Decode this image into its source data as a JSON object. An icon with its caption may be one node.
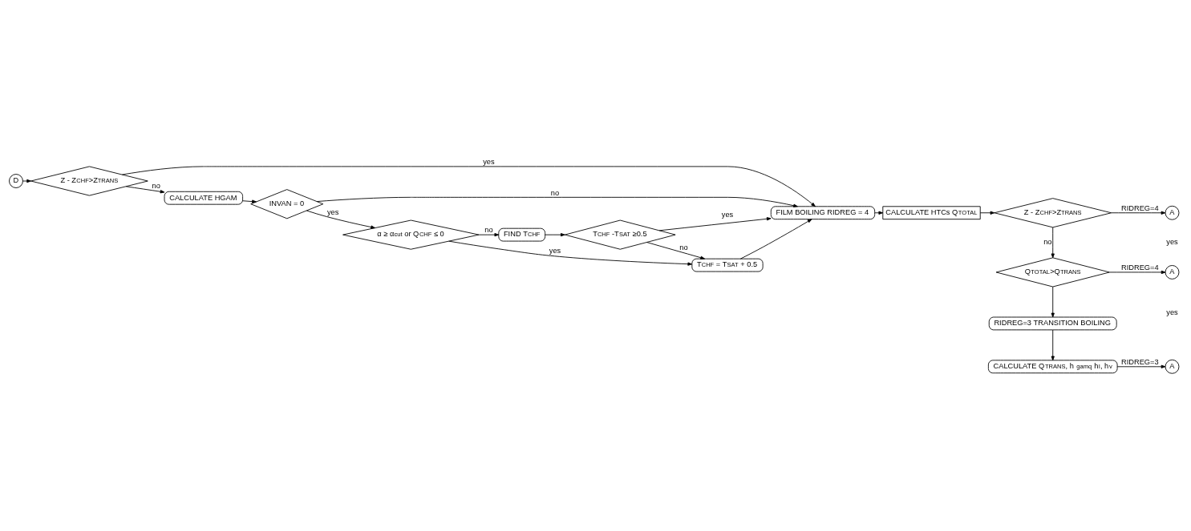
{
  "diagram": {
    "nodes": [
      {
        "text": [
          "D"
        ]
      },
      {
        "text": [
          "Z - Z$_{CHF}$>Z$_{TRANS}$"
        ]
      },
      {
        "text": [
          "CALCULATE HGAM"
        ]
      },
      {
        "text": [
          "INVAN = 0"
        ]
      },
      {
        "text": [
          "α ≥ α$_{cut}$ or Q$_{CHF}$ ≤ 0"
        ]
      },
      {
        "text": [
          "FIND T$_{CHF}$"
        ]
      },
      {
        "text": [
          "T$_{CHF}$ -T$_{SAT}$ ≥0.5"
        ]
      },
      {
        "text": [
          "T$_{CHF}$ = T$_{SAT}$ + 0.5"
        ]
      },
      {
        "text": [
          "FILM BOILING RIDREG = 4"
        ]
      },
      {
        "text": [
          "CALCULATE HTCs Q$_{TOTAL}$"
        ]
      },
      {
        "text": [
          "Z - Z$_{CHF}$>Z$_{TRANS}$"
        ]
      },
      {
        "text": [
          "A"
        ]
      },
      {
        "text": [
          "Q$_{TOTAL}$>Q$_{TRANS}$"
        ]
      },
      {
        "text": [
          "A"
        ]
      },
      {
        "text": [
          "RIDREG=3 TRANSITION BOILING"
        ]
      },
      {
        "text": [
          "CALCULATE Q$_{TRANS}$, h $_{gamq}$ h$_{l}$, h$_{v}$"
        ]
      },
      {
        "text": [
          "A"
        ]
      }
    ],
    "edges": [
      {
        "from": 0,
        "to": 1,
        "arrow": "to"
      },
      {
        "from": 1,
        "to": 8,
        "arrow": "to",
        "label": "yes"
      },
      {
        "from": 1,
        "to": 2,
        "arrow": "to",
        "label": "no"
      },
      {
        "from": 2,
        "to": 3,
        "arrow": "to"
      },
      {
        "from": 3,
        "to": 8,
        "arrow": "to",
        "label": "no"
      },
      {
        "from": 3,
        "to": 4,
        "arrow": "to",
        "label": "yes"
      },
      {
        "from": 4,
        "to": 7,
        "arrow": "to",
        "label": "yes"
      },
      {
        "from": 4,
        "to": 5,
        "arrow": "to",
        "label": "no"
      },
      {
        "from": 5,
        "to": 6,
        "arrow": "to"
      },
      {
        "from": 6,
        "to": 8,
        "arrow": "to",
        "label": "yes"
      },
      {
        "from": 6,
        "to": 7,
        "arrow": "to",
        "label": "no"
      },
      {
        "from": 7,
        "to": 8,
        "arrow": "to"
      },
      {
        "from": 8,
        "to": 9,
        "arrow": "to"
      },
      {
        "from": 9,
        "to": 10,
        "arrow": "to"
      },
      {
        "from": 10,
        "to": 11,
        "arrow": "to",
        "label": "RIDREG=4"
      },
      {
        "from": 10,
        "to": 12,
        "arrow": "to",
        "label": "no"
      },
      {
        "from": 12,
        "to": 13,
        "arrow": "to",
        "label": "RIDREG=4"
      },
      {
        "from": 12,
        "to": 14,
        "arrow": "to"
      },
      {
        "from": 14,
        "to": 15,
        "arrow": "to"
      },
      {
        "from": 15,
        "to": 16,
        "arrow": "to",
        "label": "RIDREG=3"
      }
    ],
    "labels": [
      "yes",
      "yes"
    ]
  }
}
